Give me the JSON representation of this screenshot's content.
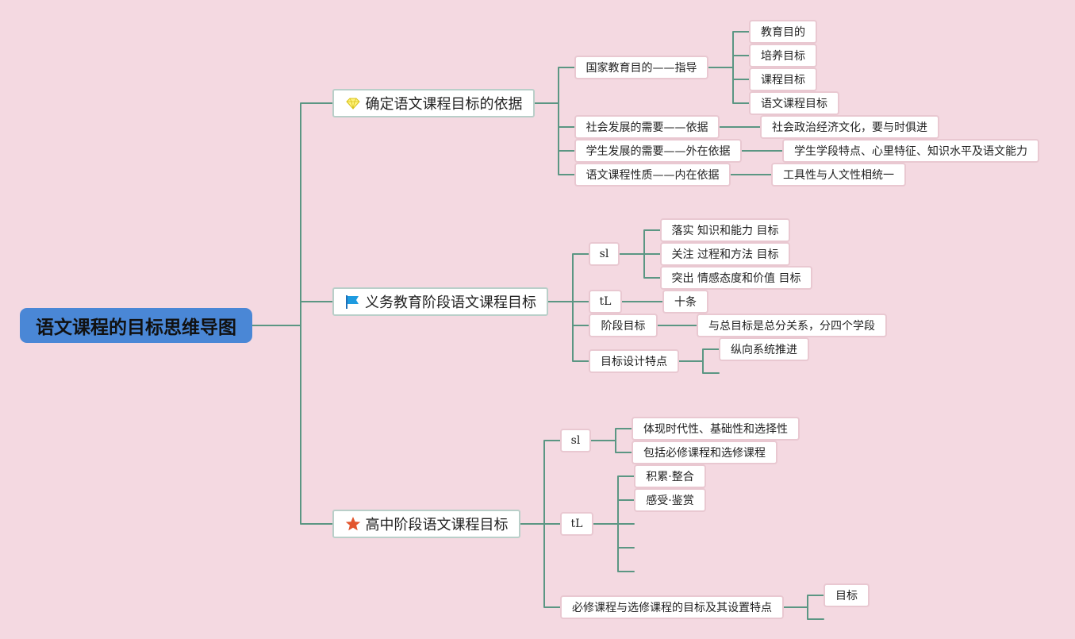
{
  "root": {
    "label": "语文课程的目标思维导图"
  },
  "branches": {
    "basis": {
      "label": "确定语文课程目标的依据",
      "icon": "diamond-icon",
      "national": {
        "label": "国家教育目的——指导",
        "children": [
          "教育目的",
          "培养目标",
          "课程目标",
          "语文课程目标"
        ]
      },
      "society": {
        "label": "社会发展的需要——依据",
        "child": "社会政治经济文化，要与时俱进"
      },
      "student": {
        "label": "学生发展的需要——外在依据",
        "child": "学生学段特点、心里特征、知识水平及语文能力"
      },
      "nature": {
        "label": "语文课程性质——内在依据",
        "child": "工具性与人文性相统一"
      }
    },
    "compulsory": {
      "label": "义务教育阶段语文课程目标",
      "icon": "flag-icon",
      "sl": {
        "label": "sl",
        "children": [
          "落实 知识和能力 目标",
          "关注 过程和方法 目标",
          "突出 情感态度和价值 目标"
        ]
      },
      "tl": {
        "label": "tL",
        "child": "十条"
      },
      "stage": {
        "label": "阶段目标",
        "child": "与总目标是总分关系，分四个学段"
      },
      "design": {
        "label": "目标设计特点",
        "child": "纵向系统推进"
      }
    },
    "senior": {
      "label": "高中阶段语文课程目标",
      "icon": "star-icon",
      "sl": {
        "label": "sl",
        "children": [
          "体现时代性、基础性和选择性",
          "包括必修课程和选修课程"
        ]
      },
      "tl": {
        "label": "tL",
        "children": [
          "积累·整合",
          "感受·鉴赏"
        ]
      },
      "required": {
        "label": "必修课程与选修课程的目标及其设置特点",
        "child": "目标"
      }
    }
  },
  "colors": {
    "background": "#f4d9e1",
    "connector": "#5b9683",
    "root_fill": "#4a87d6",
    "node_border": "#e9c8d1"
  }
}
